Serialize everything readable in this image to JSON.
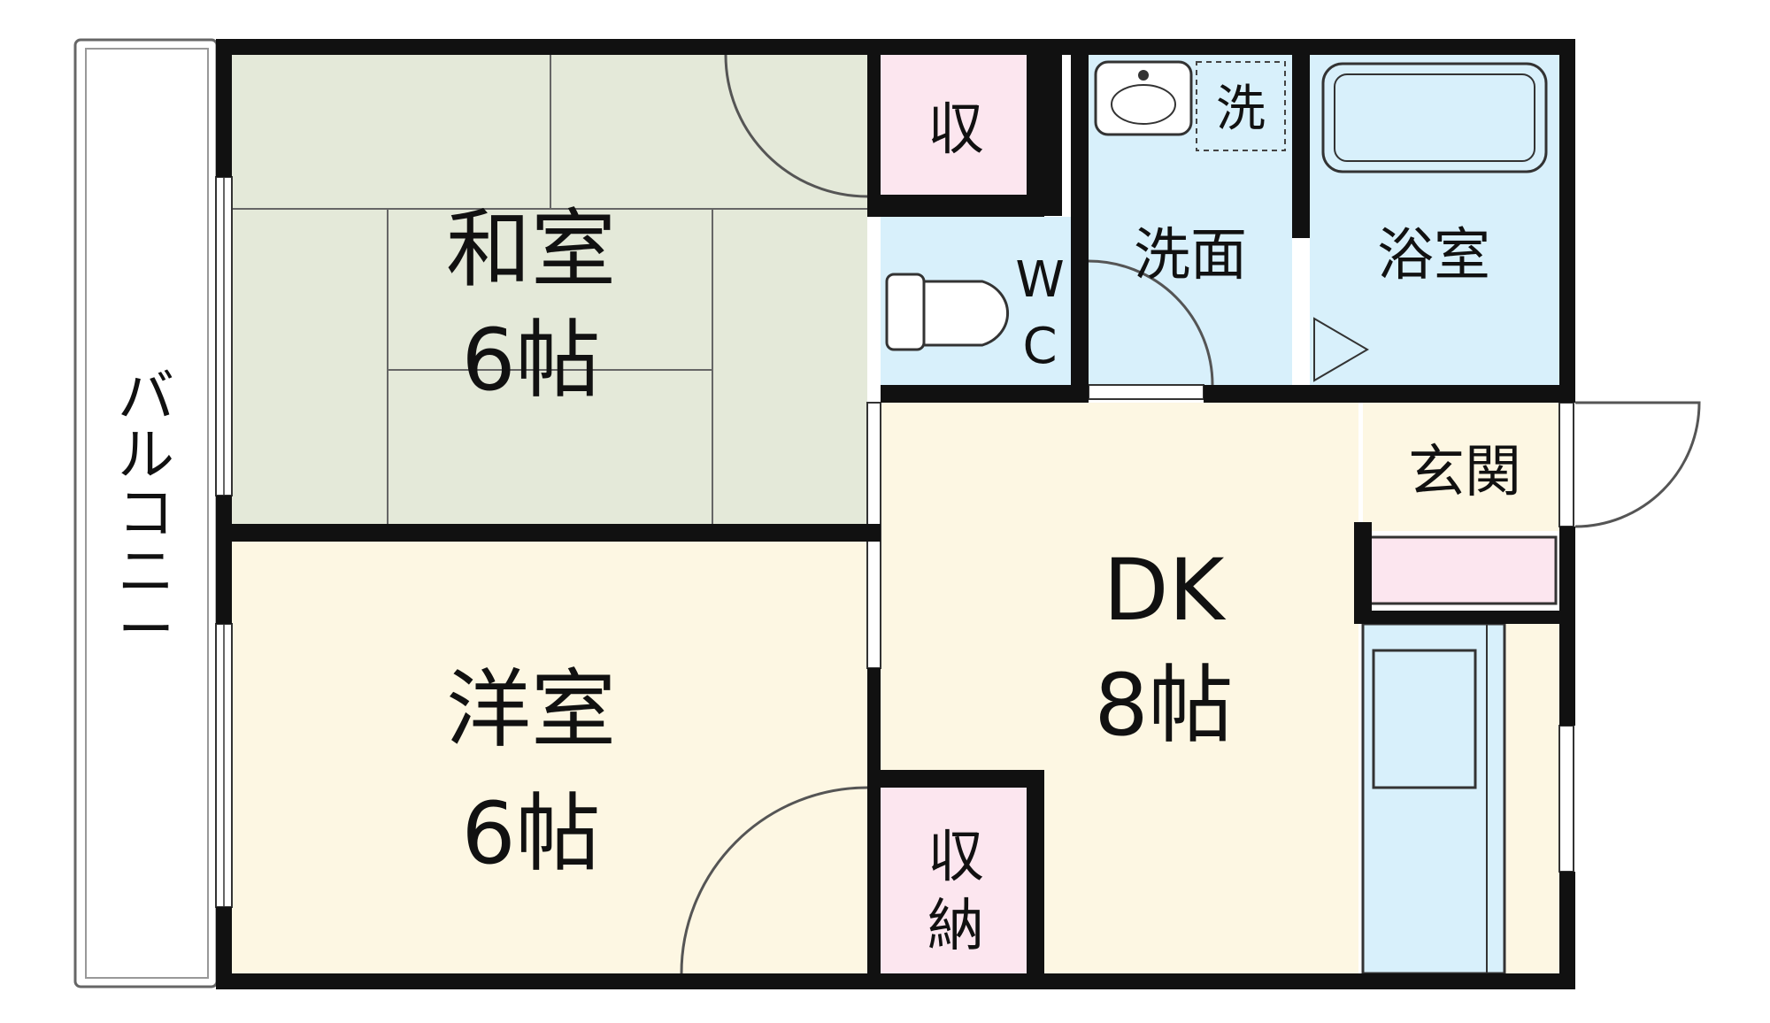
{
  "rooms": {
    "washitsu": {
      "name": "和室",
      "size": "6帖"
    },
    "youshitsu": {
      "name": "洋室",
      "size": "6帖"
    },
    "dk": {
      "name": "DK",
      "size": "8帖"
    },
    "closet_top": {
      "label": "収"
    },
    "closet_bottom": {
      "line1": "収",
      "line2": "納"
    },
    "wc": {
      "line1": "W",
      "line2": "C"
    },
    "washroom": {
      "label": "洗面"
    },
    "washer": {
      "label": "洗"
    },
    "bath": {
      "label": "浴室"
    },
    "entrance": {
      "label": "玄関"
    }
  },
  "balcony": {
    "label": "バルコニー"
  },
  "colors": {
    "washitsu": "#e4e9d9",
    "youshitsu": "#fdf7e3",
    "dk": "#fdf7e3",
    "wet": "#d8f0fb",
    "storage": "#fce6ef",
    "wall": "#111111"
  }
}
